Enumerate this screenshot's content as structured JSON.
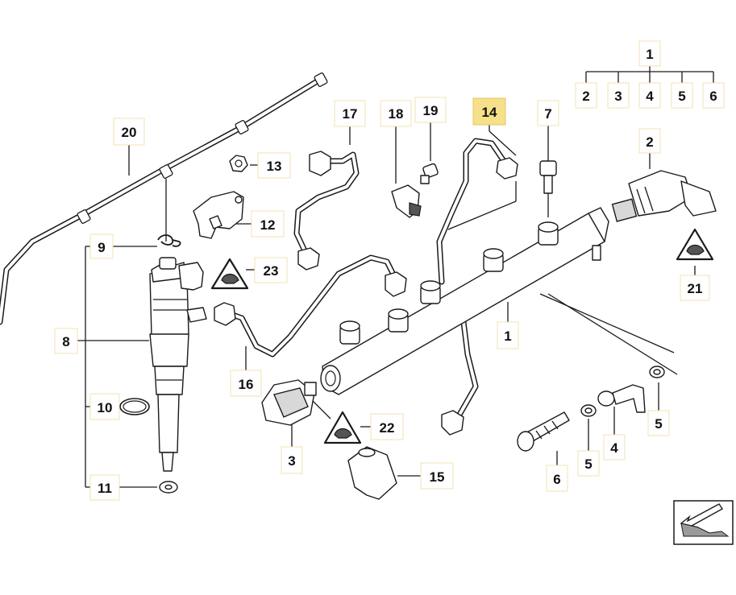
{
  "callouts": {
    "c1_top": "1",
    "c2_top": "2",
    "c3_top": "3",
    "c4_top": "4",
    "c5_top": "5",
    "c6_top": "6",
    "c2_valve": "2",
    "c21": "21",
    "c14": "14",
    "c7": "7",
    "c17": "17",
    "c18": "18",
    "c19": "19",
    "c20": "20",
    "c13": "13",
    "c12": "12",
    "c23": "23",
    "c9": "9",
    "c8": "8",
    "c10": "10",
    "c11": "11",
    "c16": "16",
    "c3": "3",
    "c22": "22",
    "c15": "15",
    "c1_rail": "1",
    "c5_right": "5",
    "c5_bottom": "5",
    "c4_bottom": "4",
    "c6_bottom": "6"
  },
  "highlighted_callout": "14",
  "colors": {
    "highlight": "#f7e08a",
    "box_border": "#f1e3b0",
    "line": "#1a1a1a"
  },
  "icons": [
    "warning-triangle-icon",
    "next-page-arrow-icon"
  ]
}
